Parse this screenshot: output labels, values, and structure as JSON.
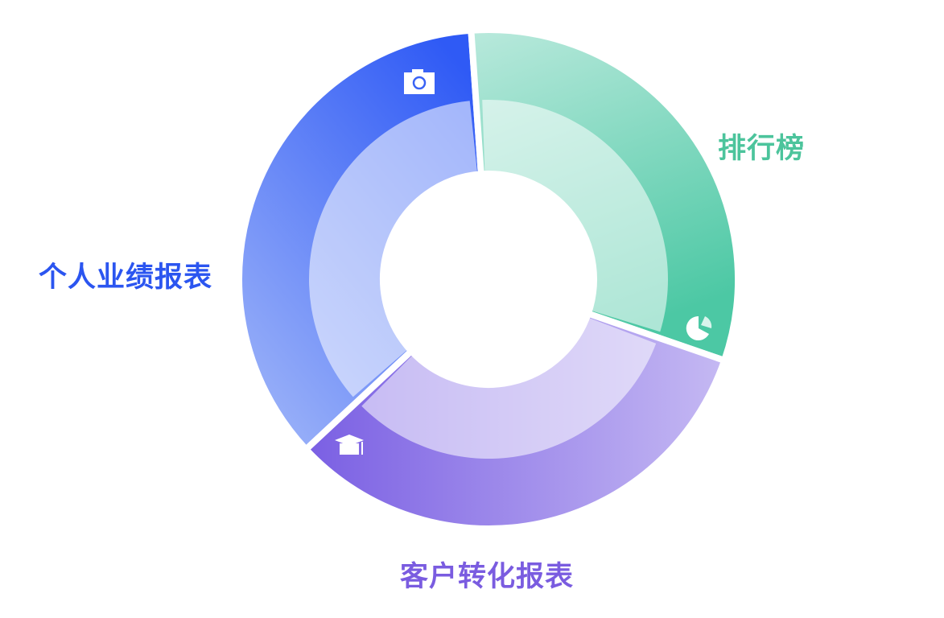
{
  "segments": [
    {
      "label": "个人业绩报表",
      "icon": "camera-icon",
      "color": "#2b55f0",
      "dark": "#2f5af5",
      "light": "#9fb5f9"
    },
    {
      "label": "排行榜",
      "icon": "pie-chart-icon",
      "color": "#4cc49c",
      "dark": "#4cc8a4",
      "light": "#b9e9dc"
    },
    {
      "label": "客户转化报表",
      "icon": "graduation-cap-icon",
      "color": "#7a5ce0",
      "dark": "#7a5fe3",
      "light": "#c5b9f3"
    }
  ]
}
